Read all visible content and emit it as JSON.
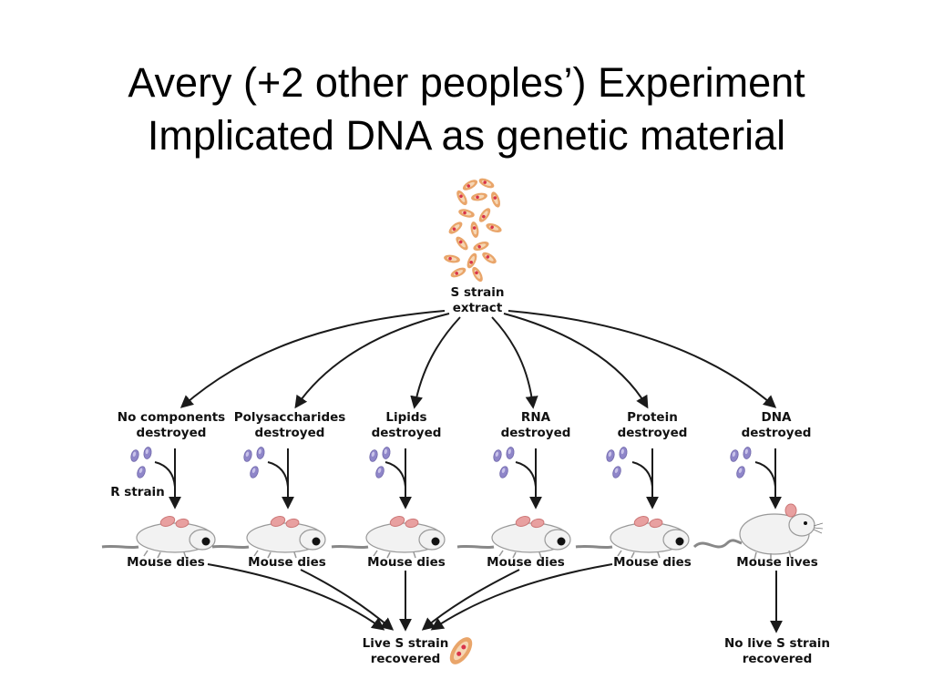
{
  "title": {
    "line1": "Avery (+2 other peoples’) Experiment",
    "line2": "Implicated DNA as genetic material"
  },
  "source": {
    "line1": "S strain",
    "line2": "extract"
  },
  "treatments": [
    {
      "line1": "No components",
      "line2": "destroyed"
    },
    {
      "line1": "Polysaccharides",
      "line2": "destroyed"
    },
    {
      "line1": "Lipids",
      "line2": "destroyed"
    },
    {
      "line1": "RNA",
      "line2": "destroyed"
    },
    {
      "line1": "Protein",
      "line2": "destroyed"
    },
    {
      "line1": "DNA",
      "line2": "destroyed"
    }
  ],
  "r_strain_label": "R strain",
  "outcomes": [
    "Mouse dies",
    "Mouse dies",
    "Mouse dies",
    "Mouse dies",
    "Mouse dies",
    "Mouse lives"
  ],
  "results": {
    "recovered": {
      "line1": "Live S strain",
      "line2": "recovered"
    },
    "not_recovered": {
      "line1": "No live S strain",
      "line2": "recovered"
    }
  },
  "colors": {
    "arrow": "#1a1a1a",
    "r_strain": "#8f86c9",
    "s_strain_outer": "#e9a56a",
    "s_strain_inner": "#d9344a",
    "mouse_body": "#f2f2f2",
    "mouse_ear": "#e8a0a0"
  }
}
